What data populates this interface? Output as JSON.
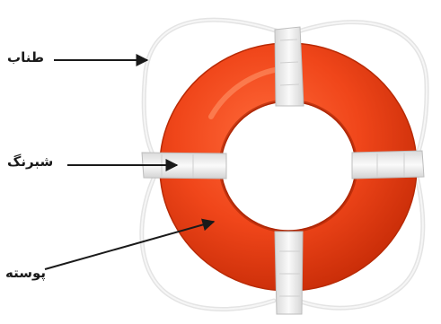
{
  "labels": {
    "rope": "طناب",
    "reflective_strap": "شبرنگ",
    "shell": "پوسته"
  },
  "colors": {
    "buoy": "#f0461a",
    "buoy_dark": "#c92d08",
    "strap": "#f1f1f1",
    "rope": "#e6e6e6",
    "arrow": "#1a1a1a"
  }
}
